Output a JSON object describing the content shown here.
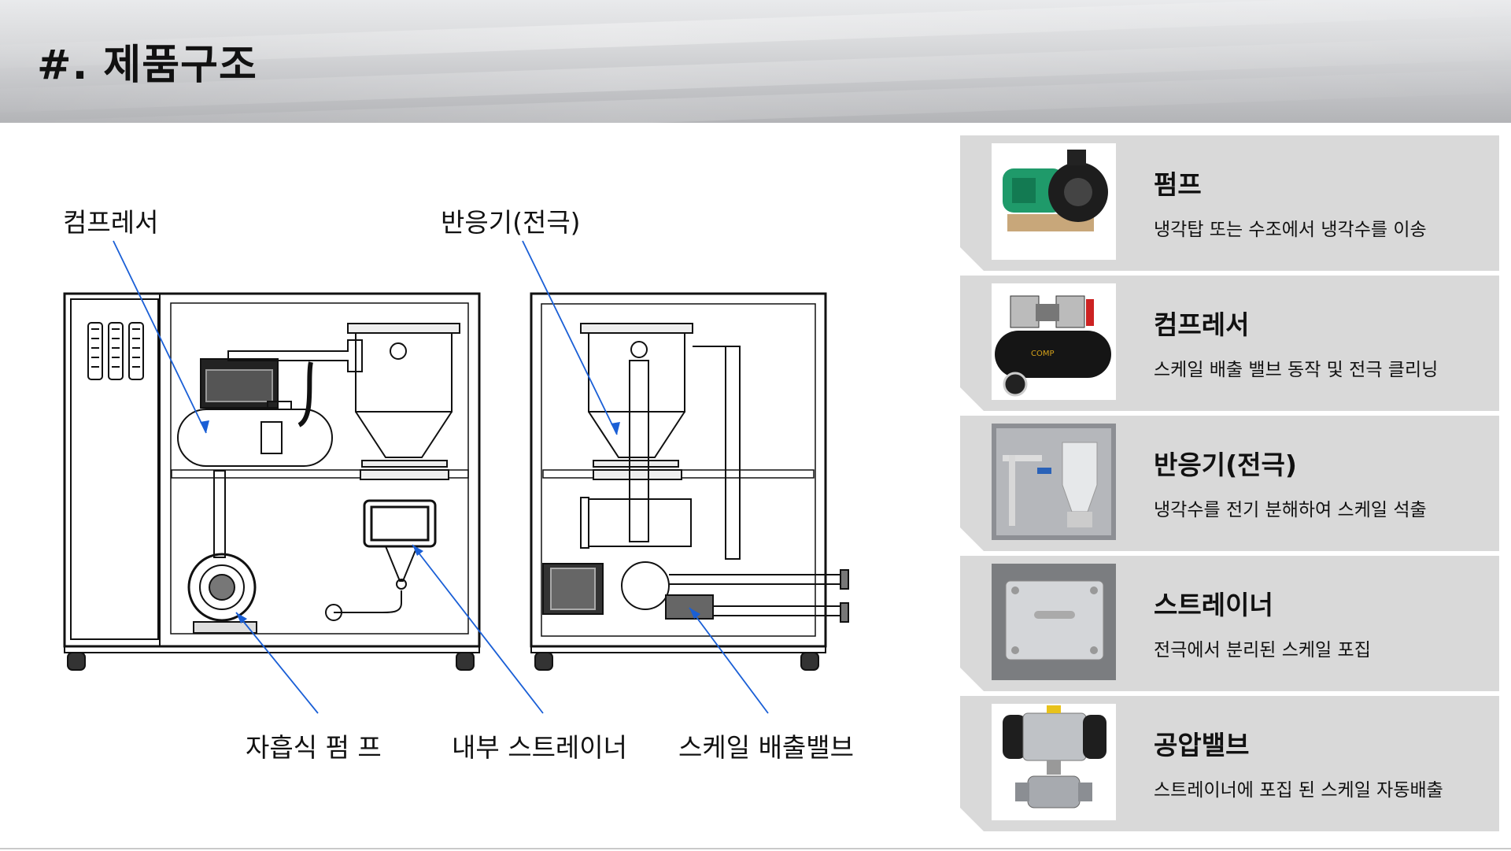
{
  "page": {
    "title": "#. 제품구조"
  },
  "diagram": {
    "callouts": {
      "compressor": "컴프레서",
      "reactor": "반응기(전극)",
      "self_priming_pump": "자흡식 펌 프",
      "internal_strainer": "내부 스트레이너",
      "scale_valve": "스케일 배출밸브"
    },
    "leader_color": "#1a5fd6"
  },
  "components": [
    {
      "title": "펌프",
      "description": "냉각탑 또는 수조에서 냉각수를 이송",
      "icon": "pump-photo"
    },
    {
      "title": "컴프레서",
      "description": "스케일 배출 밸브 동작 및 전극 클리닝",
      "icon": "compressor-photo"
    },
    {
      "title": "반응기(전극)",
      "description": "냉각수를 전기 분해하여 스케일 석출",
      "icon": "reactor-photo"
    },
    {
      "title": "스트레이너",
      "description": "전극에서 분리된 스케일 포집",
      "icon": "strainer-photo"
    },
    {
      "title": "공압밸브",
      "description": "스트레이너에 포집 된 스케일 자동배출",
      "icon": "pneumatic-valve-photo"
    }
  ]
}
